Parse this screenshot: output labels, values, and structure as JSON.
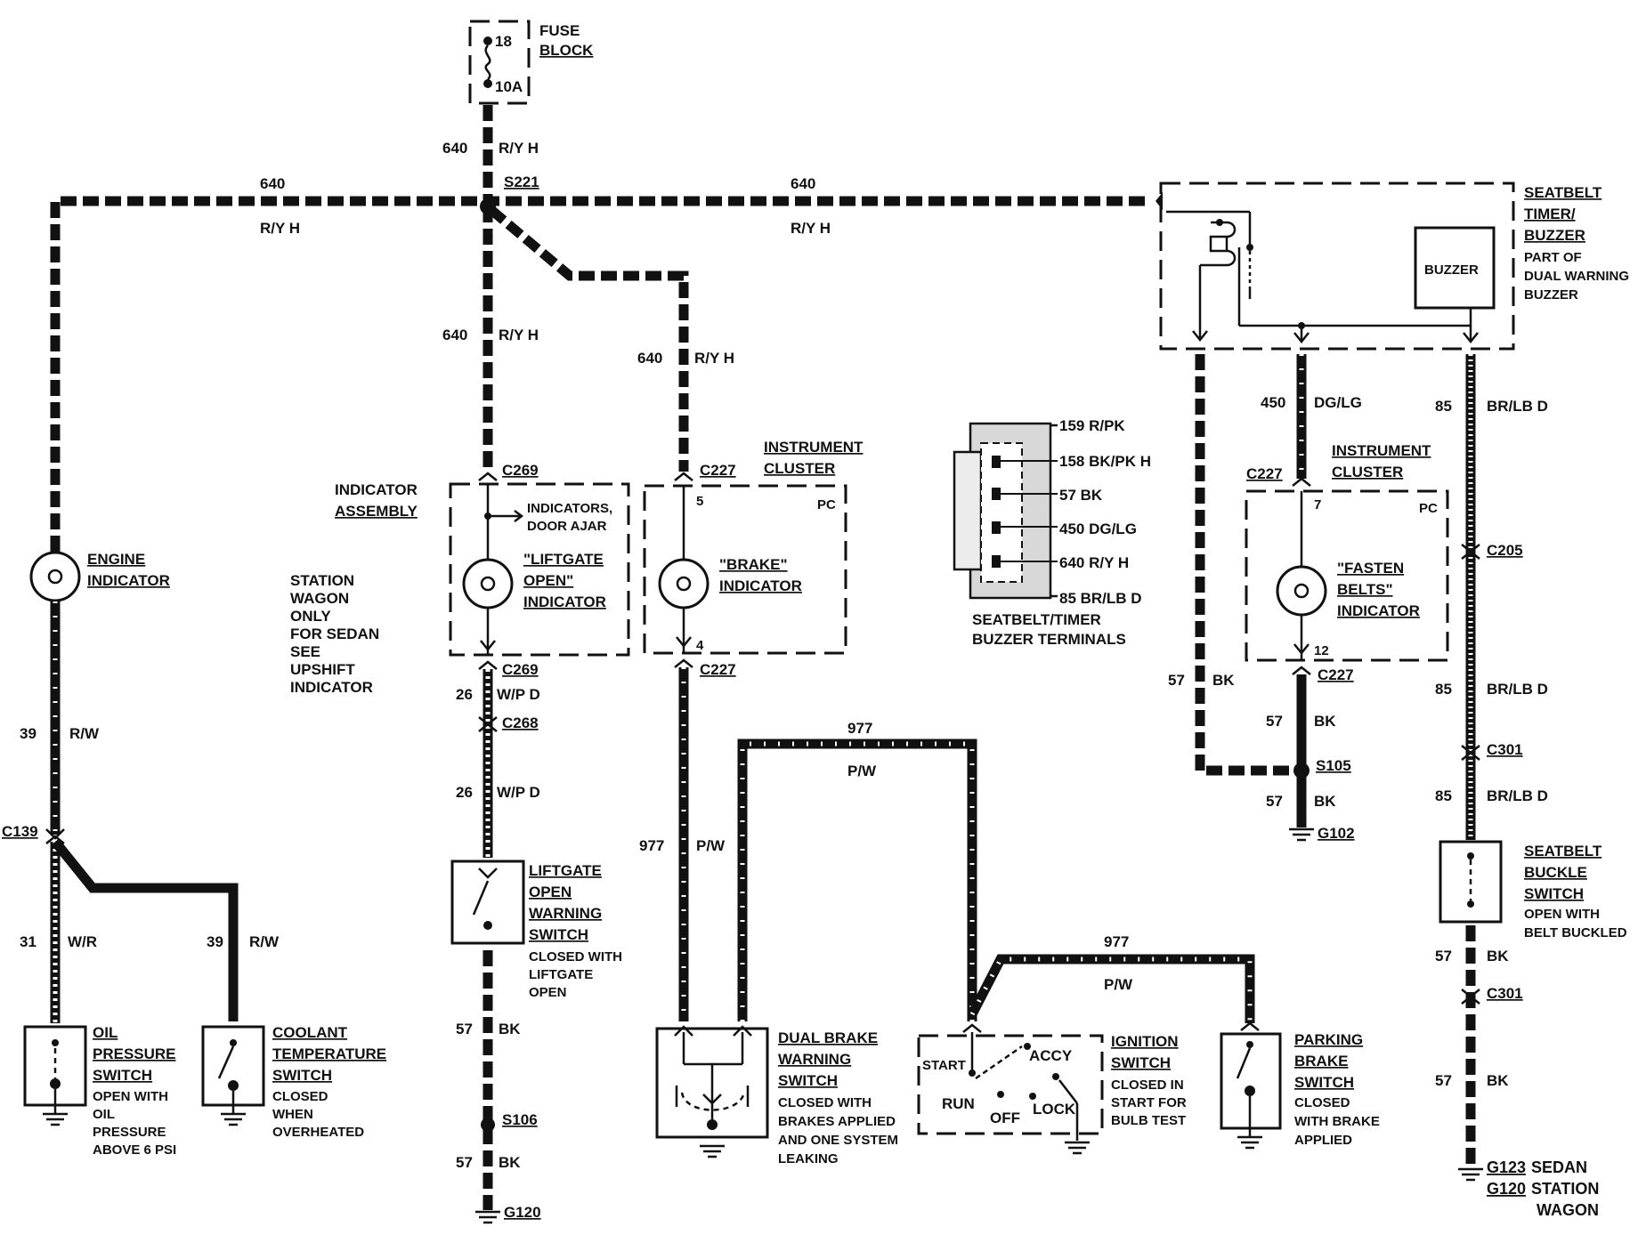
{
  "fuse": {
    "title_1": "FUSE",
    "title_2": "BLOCK",
    "number": "18",
    "rating": "10A"
  },
  "wires": {
    "w640": "640",
    "w640_color": "R/Y H",
    "w39": "39",
    "w39_color": "R/W",
    "w31": "31",
    "w31_color": "W/R",
    "w26": "26",
    "w26_color": "W/P D",
    "w57": "57",
    "w57_color": "BK",
    "w977": "977",
    "w977_color": "P/W",
    "w450": "450",
    "w450_color": "DG/LG",
    "w85": "85",
    "w85_color": "BR/LB D"
  },
  "splices": {
    "s221": "S221",
    "s105": "S105",
    "s106": "S106"
  },
  "connectors": {
    "c139": "C139",
    "c269": "C269",
    "c268": "C268",
    "c227": "C227",
    "c205": "C205",
    "c301": "C301"
  },
  "grounds": {
    "g120": "G120",
    "g102": "G102",
    "g123": "G123"
  },
  "engine": {
    "line1": "ENGINE",
    "line2": "INDICATOR"
  },
  "indicator_assembly": {
    "line1": "INDICATOR",
    "line2": "ASSEMBLY",
    "door_1": "INDICATORS,",
    "door_2": "DOOR AJAR",
    "lamp_1": "\"LIFTGATE",
    "lamp_2": "OPEN\"",
    "lamp_3": "INDICATOR"
  },
  "station_note": [
    "STATION",
    "WAGON",
    "ONLY",
    "FOR SEDAN",
    "SEE",
    "UPSHIFT",
    "INDICATOR"
  ],
  "cluster": {
    "line1": "INSTRUMENT",
    "line2": "CLUSTER",
    "pc": "PC",
    "pin5": "5",
    "pin4": "4",
    "pin7": "7",
    "pin12": "12"
  },
  "brake_ind": {
    "line1": "\"BRAKE\"",
    "line2": "INDICATOR"
  },
  "fasten": {
    "line1": "\"FASTEN",
    "line2": "BELTS\"",
    "line3": "INDICATOR"
  },
  "timer": {
    "line1": "SEATBELT",
    "line2": "TIMER/",
    "line3": "BUZZER",
    "note1": "PART OF",
    "note2": "DUAL WARNING",
    "note3": "BUZZER",
    "buzzer": "BUZZER"
  },
  "terminals": {
    "list": [
      "159 R/PK",
      "158 BK/PK H",
      "57 BK",
      "450 DG/LG",
      "640 R/Y H",
      "85 BR/LB D"
    ],
    "caption1": "SEATBELT/TIMER",
    "caption2": "BUZZER TERMINALS"
  },
  "oil": {
    "line1": "OIL",
    "line2": "PRESSURE",
    "line3": "SWITCH",
    "note1": "OPEN WITH",
    "note2": "OIL",
    "note3": "PRESSURE",
    "note4": "ABOVE 6 PSI"
  },
  "coolant": {
    "line1": "COOLANT",
    "line2": "TEMPERATURE",
    "line3": "SWITCH",
    "note1": "CLOSED",
    "note2": "WHEN",
    "note3": "OVERHEATED"
  },
  "liftgate_sw": {
    "line1": "LIFTGATE",
    "line2": "OPEN",
    "line3": "WARNING",
    "line4": "SWITCH",
    "note1": "CLOSED WITH",
    "note2": "LIFTGATE",
    "note3": "OPEN"
  },
  "dual_brake": {
    "line1": "DUAL BRAKE",
    "line2": "WARNING",
    "line3": "SWITCH",
    "note1": "CLOSED WITH",
    "note2": "BRAKES APPLIED",
    "note3": "AND ONE SYSTEM",
    "note4": "LEAKING"
  },
  "ignition": {
    "line1": "IGNITION",
    "line2": "SWITCH",
    "note1": "CLOSED IN",
    "note2": "START FOR",
    "note3": "BULB TEST",
    "start": "START",
    "accy": "ACCY",
    "run": "RUN",
    "off": "OFF",
    "lock": "LOCK"
  },
  "parking": {
    "line1": "PARKING",
    "line2": "BRAKE",
    "line3": "SWITCH",
    "note1": "CLOSED",
    "note2": "WITH BRAKE",
    "note3": "APPLIED"
  },
  "buckle": {
    "line1": "SEATBELT",
    "line2": "BUCKLE",
    "line3": "SWITCH",
    "note1": "OPEN WITH",
    "note2": "BELT BUCKLED"
  },
  "g123_text": {
    "sedan": "SEDAN",
    "station": "STATION",
    "wagon": "WAGON"
  }
}
